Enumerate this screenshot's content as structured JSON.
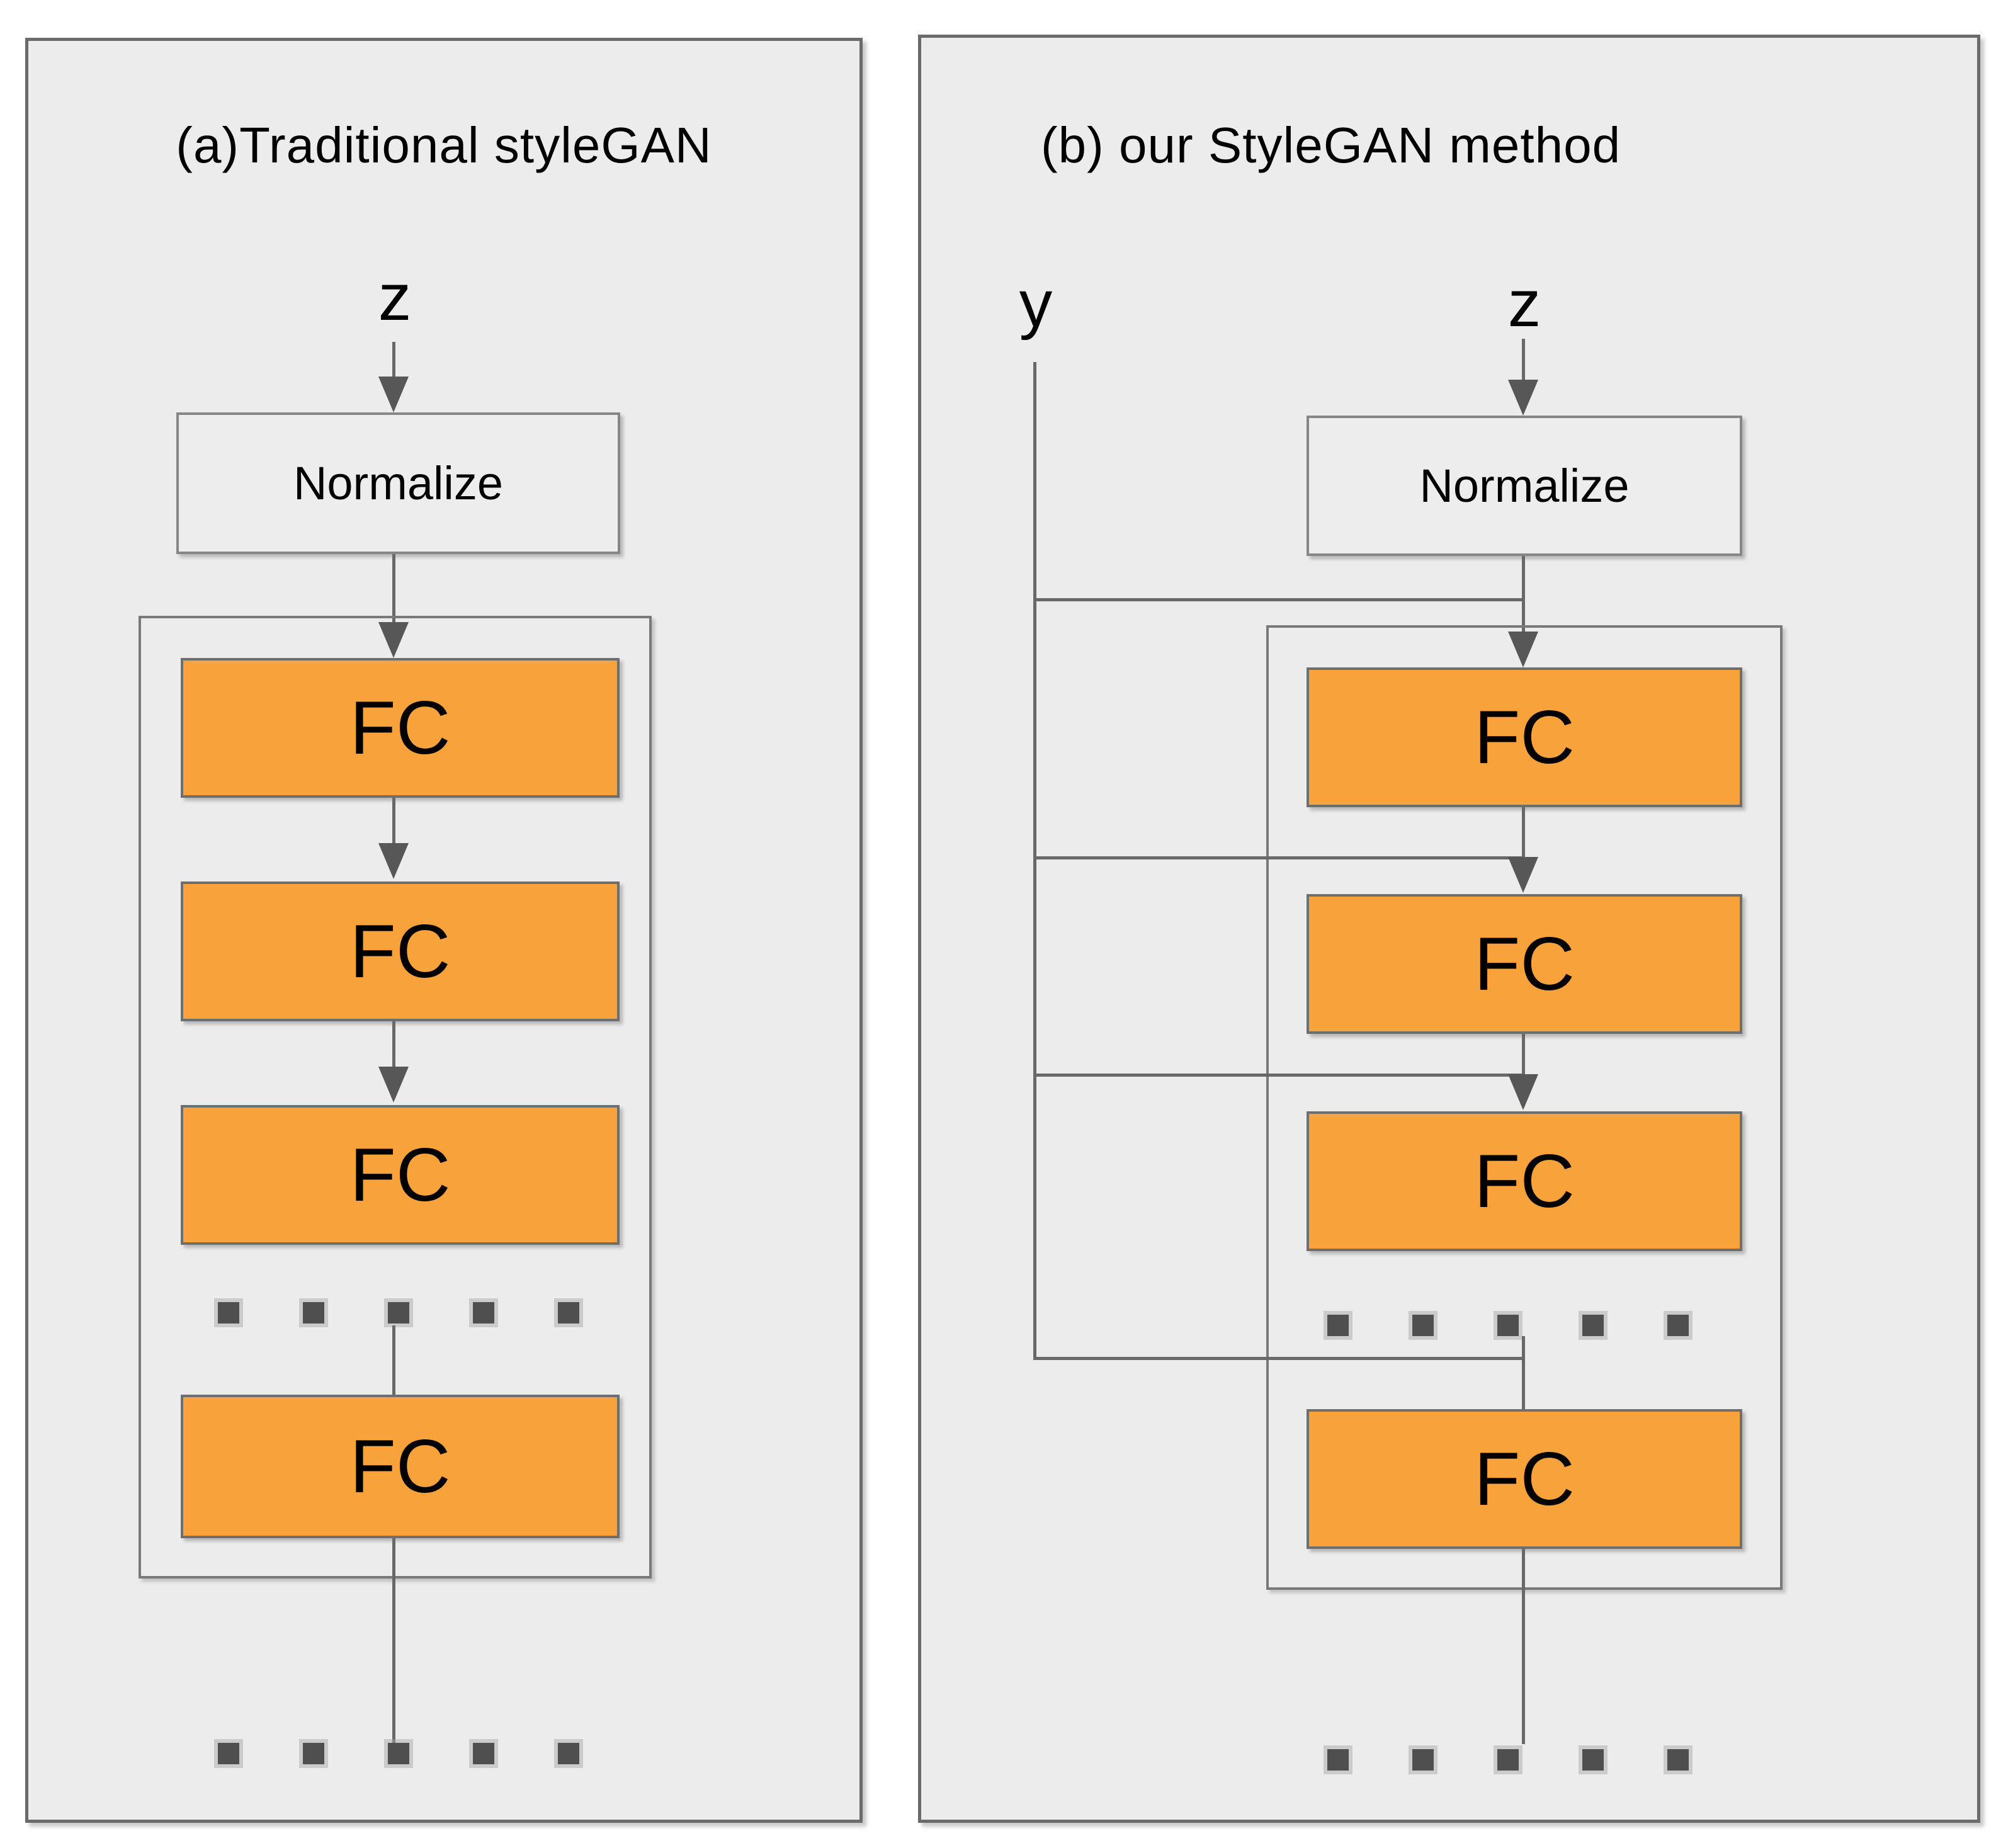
{
  "diagram": {
    "panel_a": {
      "title": "(a)Traditional styleGAN",
      "input_label": "z",
      "normalize_label": "Normalize",
      "fc_labels": [
        "FC",
        "FC",
        "FC",
        "FC"
      ]
    },
    "panel_b": {
      "title": "(b) our StyleGAN method",
      "input_label": "z",
      "condition_label": "y",
      "normalize_label": "Normalize",
      "fc_labels": [
        "FC",
        "FC",
        "FC",
        "FC"
      ]
    },
    "colors": {
      "page_bg": "#ffffff",
      "panel_bg": "#ececec",
      "panel_border": "#6a6a6a",
      "inner_container_border": "#797979",
      "normalize_fill": "#ededed",
      "fc_fill": "#f8a23b",
      "line": "#686868",
      "arrow": "#575757",
      "dot": "#4f4f4f",
      "text": "#000000"
    }
  }
}
